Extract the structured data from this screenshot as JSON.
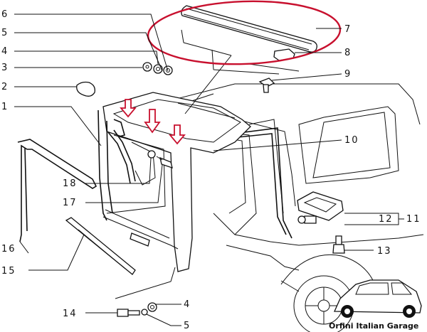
{
  "callouts": {
    "p1": "1",
    "p2": "2",
    "p3": "3",
    "p4_top": "4",
    "p5_top": "5",
    "p6": "6",
    "p7": "7",
    "p8": "8",
    "p9": "9",
    "p10": "10",
    "p11": "11",
    "p12": "12",
    "p13": "13",
    "p14": "14",
    "p15": "15",
    "p16": "16",
    "p17": "17",
    "p18": "18",
    "p4_bottom": "4",
    "p5_bottom": "5"
  },
  "watermark": {
    "text": "Orfini Italian Garage"
  },
  "colors": {
    "highlight": "#c8102e",
    "ink": "#111111"
  }
}
